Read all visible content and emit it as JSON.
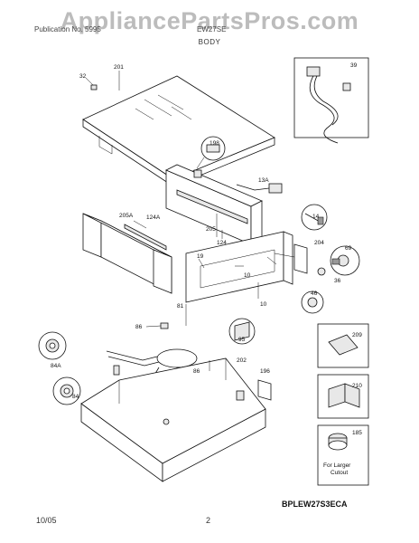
{
  "watermark": "AppliancePartsPros.com",
  "header": {
    "left": "Publication No. 5995",
    "mid": "EW27SE",
    "title": "BODY"
  },
  "footer": {
    "date": "10/05",
    "page": "2"
  },
  "diagram_code": "BPLEW27S3ECA",
  "part_labels": {
    "p201": "201",
    "p32": "32",
    "p39": "39",
    "p198": "198",
    "p13a": "13A",
    "p205a": "205A",
    "p124a": "124A",
    "p205": "205",
    "p124": "124",
    "p14": "14",
    "p204": "204",
    "p69": "69",
    "p19": "19",
    "p10a": "10",
    "p10b": "10",
    "p36": "36",
    "p46": "46",
    "p81": "81",
    "p86a": "86",
    "p95": "95",
    "p84a": "84A",
    "p86b": "86",
    "p202": "202",
    "p196": "196",
    "p84": "84",
    "p209": "209",
    "p210": "210",
    "p185": "185"
  },
  "inset_note": {
    "line1": "For Larger",
    "line2": "Cutout"
  }
}
